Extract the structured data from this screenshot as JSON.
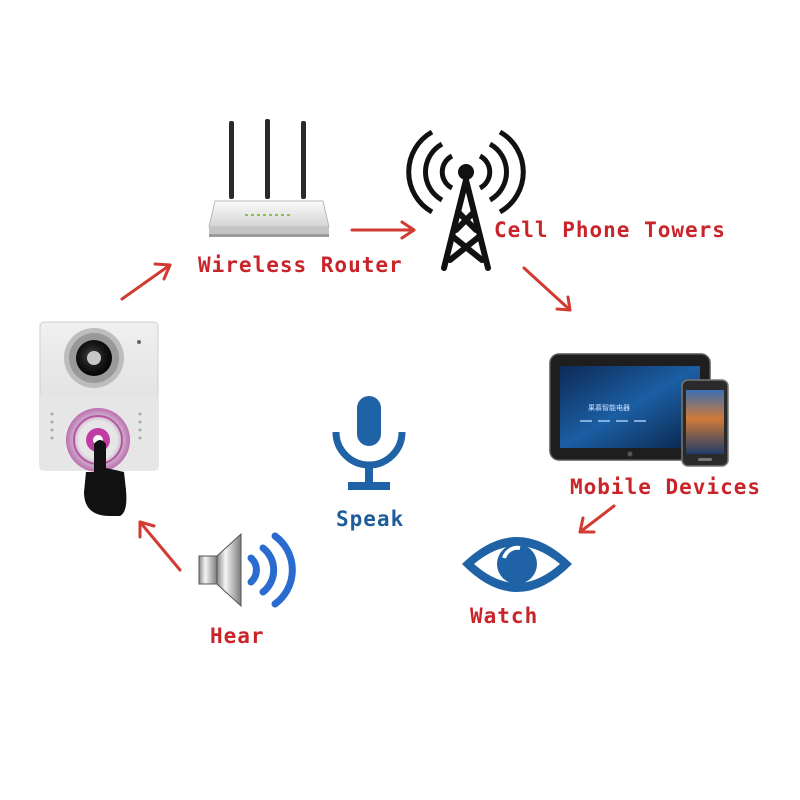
{
  "colors": {
    "label_red": "#c8242a",
    "label_blue": "#1f5d9a",
    "arrow": "#d23a32",
    "icon_blue": "#1f63a6",
    "finger_purple": "#9c2a86"
  },
  "nodes": {
    "router": {
      "label": "Wireless Router",
      "icon": "router-icon"
    },
    "tower": {
      "label": "Cell Phone Towers",
      "icon": "cell-tower-icon"
    },
    "mobile": {
      "label": "Mobile Devices",
      "icon": "mobile-devices-icon"
    },
    "watch": {
      "label": "Watch",
      "icon": "eye-icon"
    },
    "hear": {
      "label": "Hear",
      "icon": "speaker-icon"
    },
    "speak": {
      "label": "Speak",
      "icon": "microphone-icon"
    },
    "doorbell": {
      "icon": "video-doorbell-icon"
    }
  },
  "tablet_screen_text": "果慕智能电器"
}
